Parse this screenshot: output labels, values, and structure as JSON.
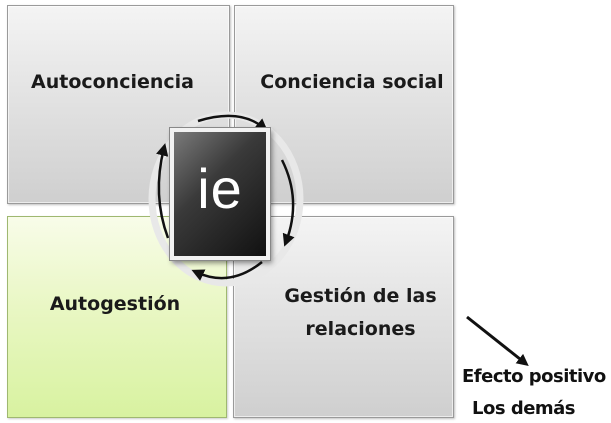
{
  "quadrants": {
    "top_left": {
      "label": "Autoconciencia"
    },
    "top_right": {
      "label": "Conciencia social"
    },
    "bottom_left": {
      "label": "Autogestión"
    },
    "bottom_right": {
      "line1": "Gestión de las",
      "line2": "relaciones"
    }
  },
  "center": {
    "logo_text": "ie"
  },
  "side": {
    "effect_label": "Efecto positivo",
    "others_label": "Los demás"
  },
  "colors": {
    "gray": "#dcdcdc",
    "green": "#e5f6bb",
    "badge": "#2b2b2b"
  },
  "icons": {
    "cycle": "circular-arrows-icon",
    "effect": "diagonal-arrow-icon"
  }
}
